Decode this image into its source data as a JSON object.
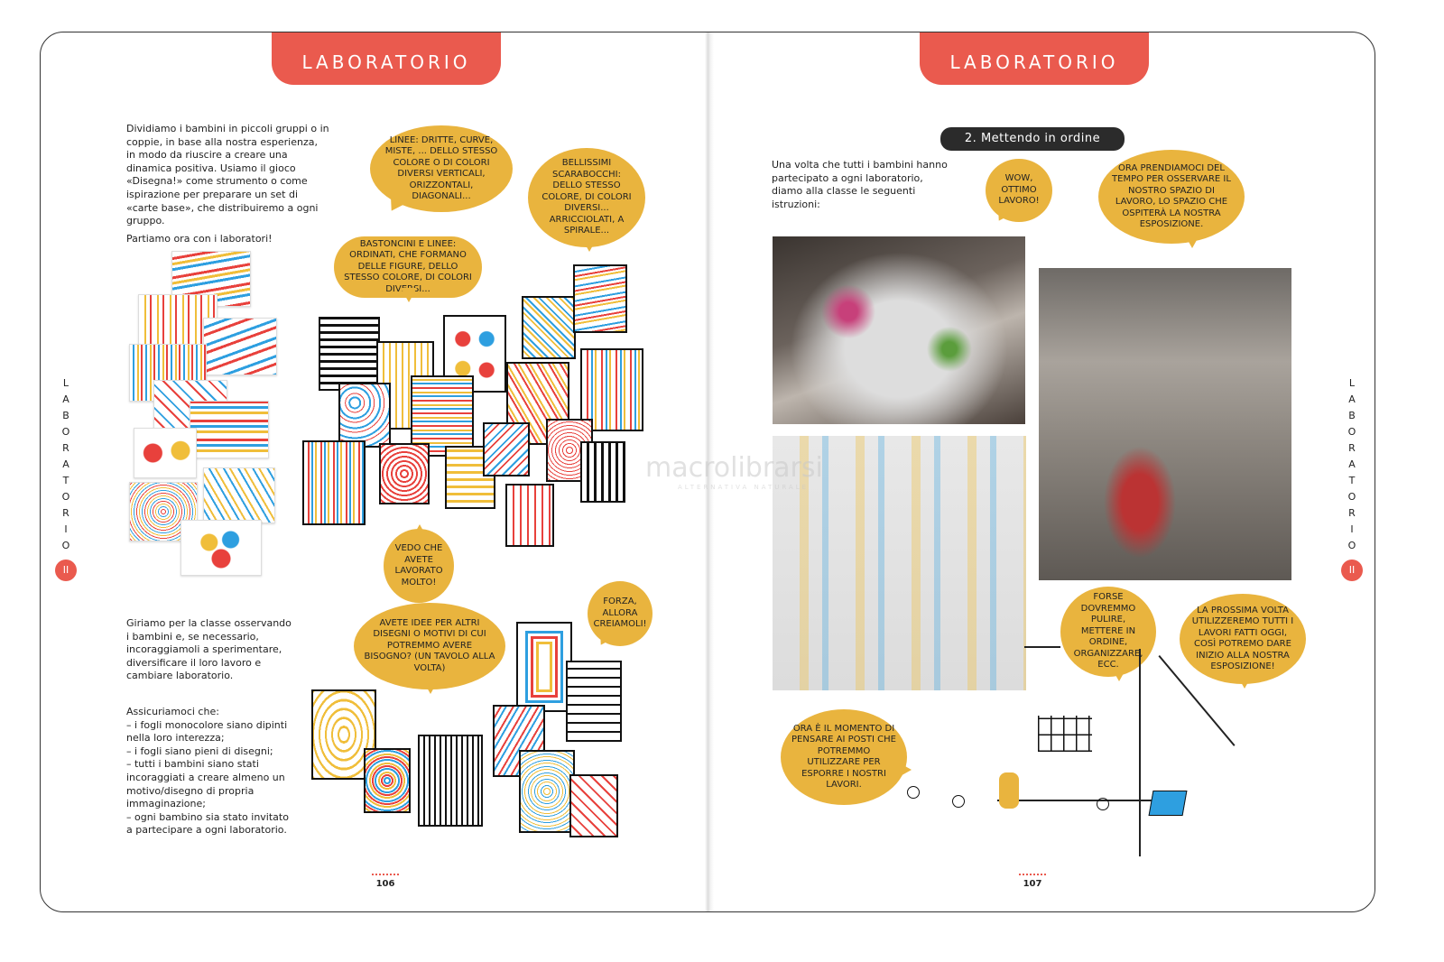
{
  "left_page": {
    "header_tab": "LABORATORIO",
    "intro_paragraphs": [
      "Dividiamo i bambini in piccoli gruppi o in coppie, in base alla nostra esperienza, in modo da riuscire a creare una dinamica positiva. Usiamo il gioco «Disegna!» come strumento o come ispirazione per preparare un set di «carte base», che distribuiremo a ogni gruppo.",
      "Partiamo ora con i laboratori!"
    ],
    "middle_paragraph": "Giriamo per la classe osservando i bambini e, se necessario, incoraggiamoli a sperimentare, diversificare il loro lavoro e cambiare laboratorio.",
    "checklist_title": "Assicuriamoci che:",
    "checklist": [
      "– i fogli monocolore siano dipinti nella loro interezza;",
      "– i fogli siano pieni di disegni;",
      "– tutti i bambini siano stati incoraggiati a creare almeno un motivo/disegno di propria immaginazione;",
      "– ogni bambino sia stato invitato a partecipare a ogni laboratorio."
    ],
    "bubbles": {
      "linee": "Linee: dritte, curve, miste, ... dello stesso colore o di colori diversi verticali, orizzontali, diagonali...",
      "scarabocchi": "Bellissimi scarabocchi: dello stesso colore, di colori diversi... arricciolati, a spirale...",
      "bastoncini": "Bastoncini e linee: ordinati, che formano delle figure, dello stesso colore, di colori diversi...",
      "vedo": "Vedo che avete lavorato molto!",
      "idee": "Avete idee per altri disegni o motivi di cui potremmo avere bisogno? (un tavolo alla volta)",
      "forza": "Forza, allora creiamoli!"
    },
    "side_label": "LABORATORIO",
    "side_badge": "II",
    "page_number": "106"
  },
  "right_page": {
    "header_tab": "LABORATORIO",
    "section_title": "2. Mettendo in ordine",
    "intro": "Una volta che tutti i bambini hanno partecipato a ogni laboratorio, diamo alla classe le seguenti istruzioni:",
    "bubbles": {
      "wow": "Wow, ottimo lavoro!",
      "ora_tempo": "Ora prendiamoci del tempo per osservare il nostro spazio di lavoro, lo spazio che ospiterà la nostra esposizione.",
      "forse": "Forse dovremmo pulire, mettere in ordine, organizzare, ecc.",
      "prossima": "La prossima volta utilizzeremo tutti i lavori fatti oggi, così potremo dare inizio alla nostra esposizione!",
      "ora_momento": "Ora è il momento di pensare ai posti che potremmo utilizzare per esporre i nostri lavori."
    },
    "side_label": "LABORATORIO",
    "side_badge": "II",
    "page_number": "107"
  },
  "watermark": "macrolibrarsi",
  "watermark_sub": "ALTERNATIVA NATURALE",
  "colors": {
    "tab_red": "#ea5a4e",
    "bubble_yellow": "#e9b43e",
    "red": "#e8413c",
    "blue": "#2e9fe0",
    "yellow": "#f0be3a"
  }
}
